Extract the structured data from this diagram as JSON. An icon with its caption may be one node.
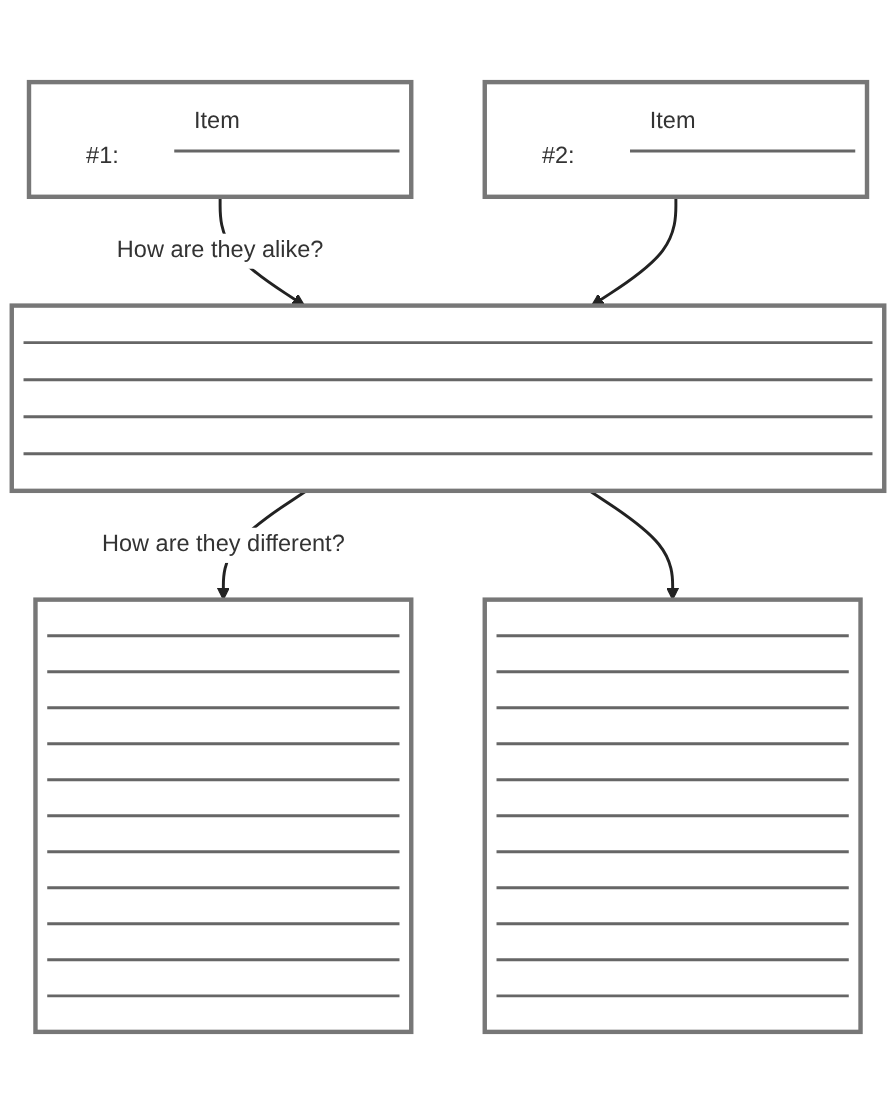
{
  "diagram": {
    "nodes": [
      {
        "text": [
          "Item #1:"
        ]
      },
      {
        "text": [
          "Item #2:"
        ]
      },
      {
        "text": [],
        "shape": "box"
      },
      {
        "text": [],
        "shape": "box"
      },
      {
        "text": [],
        "shape": "box"
      }
    ],
    "edges": [
      {
        "from": 0,
        "to": 2,
        "arrow": "to",
        "label": "How are they alike?"
      },
      {
        "from": 1,
        "to": 2,
        "arrow": "to"
      },
      {
        "from": 2,
        "to": 3,
        "arrow": "to",
        "label": "How are they different?"
      },
      {
        "from": 2,
        "to": 4,
        "arrow": "to"
      }
    ]
  }
}
